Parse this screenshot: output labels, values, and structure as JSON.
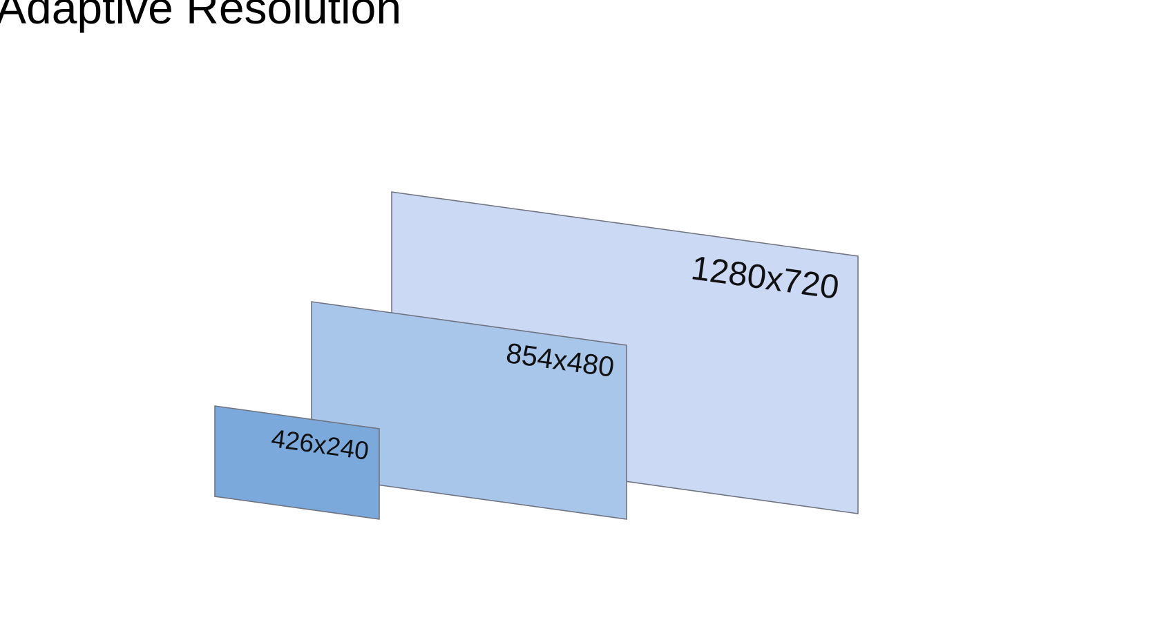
{
  "slide": {
    "title": "Adaptive Resolution"
  },
  "frames": [
    {
      "id": "large",
      "label": "1280x720",
      "color": "#ccd9f5"
    },
    {
      "id": "medium",
      "label": "854x480",
      "color": "#a7c6ea"
    },
    {
      "id": "small",
      "label": "426x240",
      "color": "#7ba9db"
    }
  ]
}
